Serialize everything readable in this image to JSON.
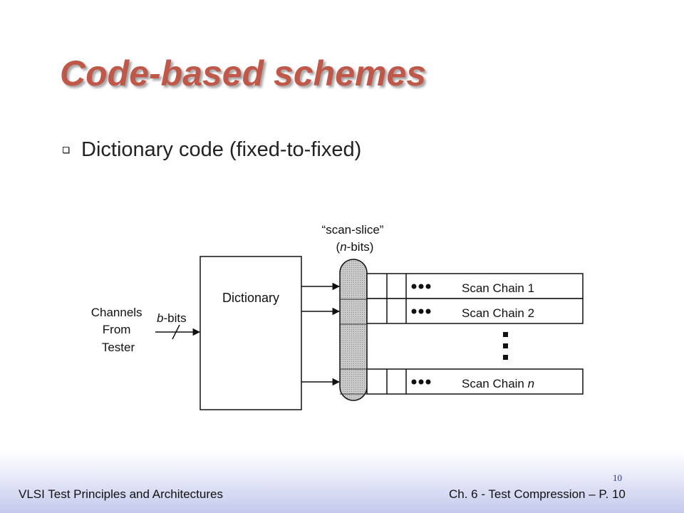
{
  "slide": {
    "title": "Code-based schemes",
    "bullet": "Dictionary code (fixed-to-fixed)"
  },
  "diagram": {
    "slice_label_line1": "“scan-slice”",
    "slice_label_line2_italic": "n",
    "slice_label_line2_rest": "-bits)",
    "slice_label_line2_open": "(",
    "dictionary_label": "Dictionary",
    "channels_label": [
      "Channels",
      "From",
      "Tester"
    ],
    "bits_italic": "b",
    "bits_rest": "-bits",
    "chains": [
      {
        "label": "Scan Chain 1",
        "italic_suffix": ""
      },
      {
        "label": "Scan Chain 2",
        "italic_suffix": ""
      },
      {
        "label": "Scan Chain ",
        "italic_suffix": "n"
      }
    ]
  },
  "footer": {
    "left": "VLSI Test Principles and Architectures",
    "right": "Ch. 6 - Test Compression – P. 10",
    "page_number": "10"
  },
  "colors": {
    "title": "#c0584a",
    "footer_gradient_end": "#c4c9ec",
    "page_number": "#2b2bd0"
  }
}
